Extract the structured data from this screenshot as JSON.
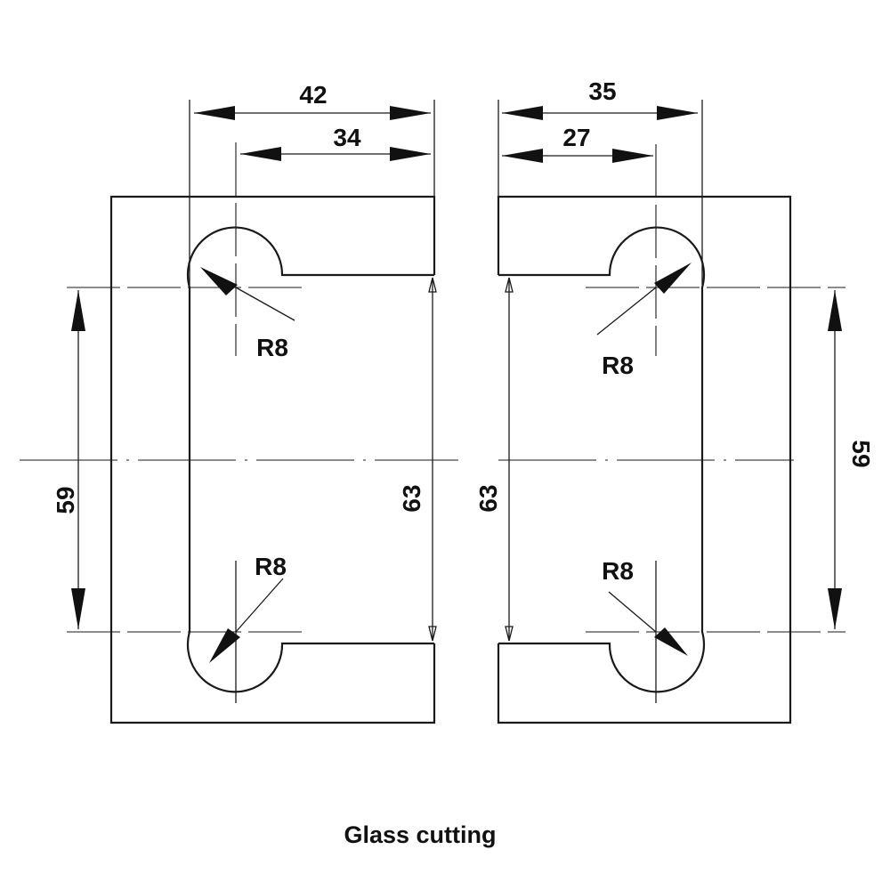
{
  "title": "Glass cutting",
  "left_part": {
    "width_outer": "42",
    "width_inner": "34",
    "height_centers": "59",
    "height_opening": "63",
    "radius_top": "R8",
    "radius_bottom": "R8"
  },
  "right_part": {
    "width_outer": "35",
    "width_inner": "27",
    "height_centers": "59",
    "height_opening": "63",
    "radius_top": "R8",
    "radius_bottom": "R8"
  }
}
